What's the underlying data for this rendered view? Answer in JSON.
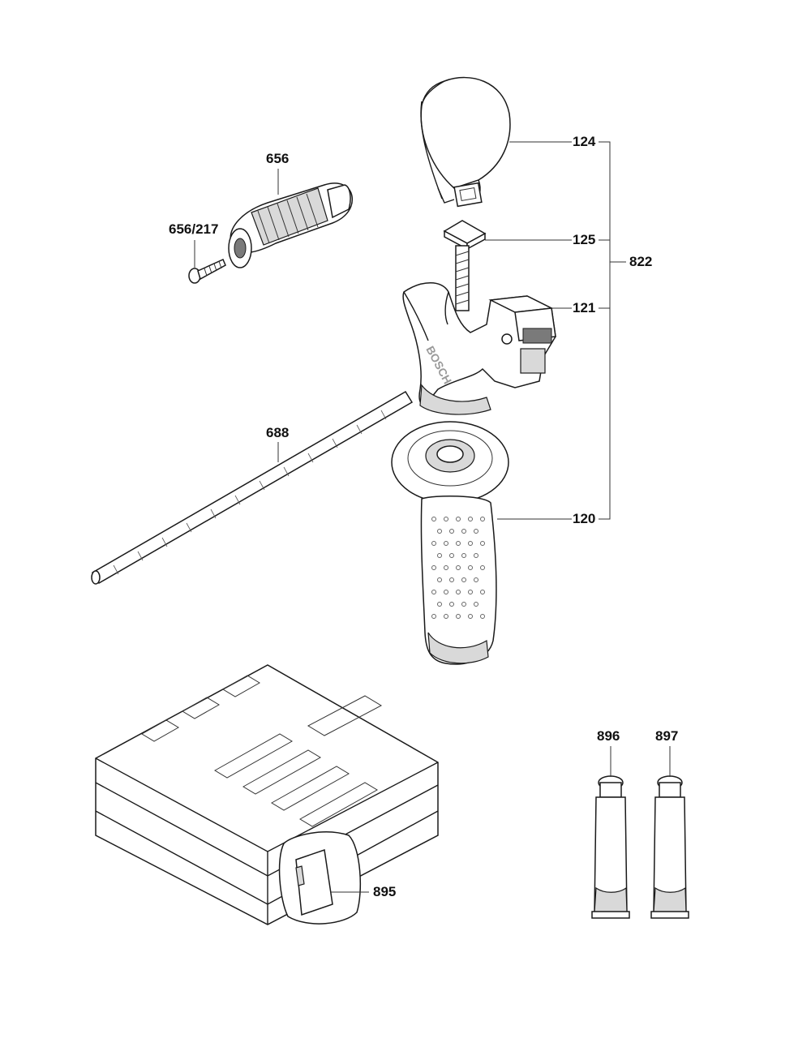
{
  "diagram": {
    "labels": {
      "chuck": "656",
      "chuck_screw": "656/217",
      "clamp_band": "124",
      "clamp_bolt": "125",
      "handle_holder": "121",
      "aux_handle_set": "822",
      "handle_grip": "120",
      "depth_rod": "688",
      "grease_tube_1": "896",
      "grease_tube_2": "897",
      "case_latch": "895"
    },
    "brand_text": "BOSCH"
  }
}
